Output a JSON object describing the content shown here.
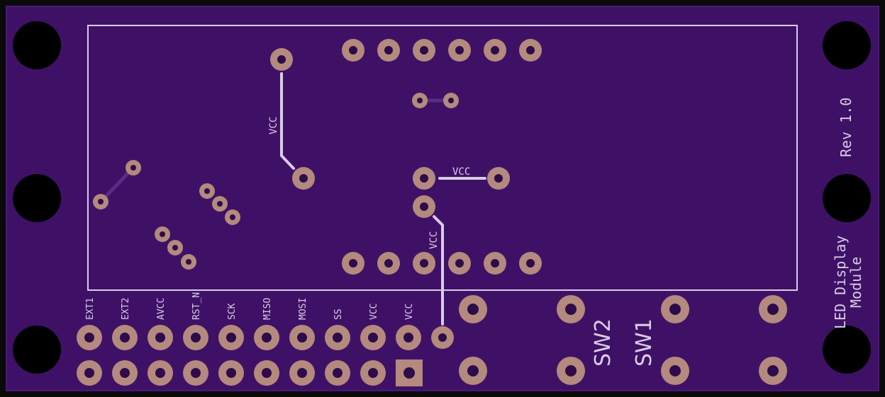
{
  "board": {
    "title_line1": "LED Display",
    "title_line2": "Module",
    "revision": "Rev 1.0"
  },
  "colors": {
    "board": "#3f1166",
    "board_edge": "#4a1877",
    "silkscreen": "#d8cde6",
    "pad_copper": "#b38a7d",
    "pad_hole": "#2e0b4a",
    "mount_hole": "#000000",
    "background": "#0a0a0a"
  },
  "nets": {
    "vcc_left": "VCC",
    "vcc_middle": "VCC",
    "vcc_lower": "VCC"
  },
  "header": {
    "pins": [
      "EXT1",
      "EXT2",
      "AVCC",
      "RST_N",
      "SCK",
      "MISO",
      "MOSI",
      "SS",
      "VCC",
      "VCC"
    ]
  },
  "switches": {
    "sw1": "SW1",
    "sw2": "SW2"
  }
}
